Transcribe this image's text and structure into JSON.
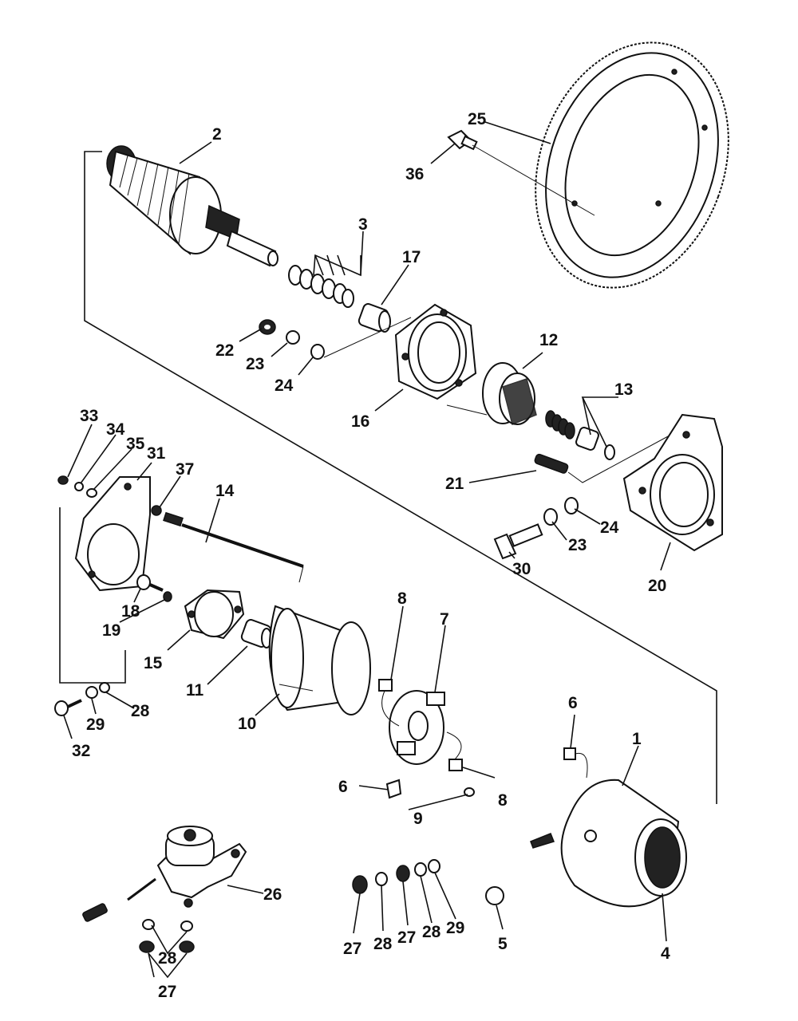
{
  "callouts": [
    {
      "key": "c1",
      "text": "1"
    },
    {
      "key": "c2",
      "text": "2"
    },
    {
      "key": "c3",
      "text": "3"
    },
    {
      "key": "c4",
      "text": "4"
    },
    {
      "key": "c5",
      "text": "5"
    },
    {
      "key": "c6a",
      "text": "6"
    },
    {
      "key": "c6b",
      "text": "6"
    },
    {
      "key": "c7",
      "text": "7"
    },
    {
      "key": "c8a",
      "text": "8"
    },
    {
      "key": "c8b",
      "text": "8"
    },
    {
      "key": "c9",
      "text": "9"
    },
    {
      "key": "c10",
      "text": "10"
    },
    {
      "key": "c11",
      "text": "11"
    },
    {
      "key": "c12",
      "text": "12"
    },
    {
      "key": "c13",
      "text": "13"
    },
    {
      "key": "c14",
      "text": "14"
    },
    {
      "key": "c15",
      "text": "15"
    },
    {
      "key": "c16",
      "text": "16"
    },
    {
      "key": "c17",
      "text": "17"
    },
    {
      "key": "c18",
      "text": "18"
    },
    {
      "key": "c19",
      "text": "19"
    },
    {
      "key": "c20",
      "text": "20"
    },
    {
      "key": "c21",
      "text": "21"
    },
    {
      "key": "c22",
      "text": "22"
    },
    {
      "key": "c23a",
      "text": "23"
    },
    {
      "key": "c23b",
      "text": "23"
    },
    {
      "key": "c24a",
      "text": "24"
    },
    {
      "key": "c24b",
      "text": "24"
    },
    {
      "key": "c25",
      "text": "25"
    },
    {
      "key": "c26",
      "text": "26"
    },
    {
      "key": "c27a",
      "text": "27"
    },
    {
      "key": "c27b",
      "text": "27"
    },
    {
      "key": "c27c",
      "text": "27"
    },
    {
      "key": "c28a",
      "text": "28"
    },
    {
      "key": "c28b",
      "text": "28"
    },
    {
      "key": "c28c",
      "text": "28"
    },
    {
      "key": "c28d",
      "text": "28"
    },
    {
      "key": "c29a",
      "text": "29"
    },
    {
      "key": "c29b",
      "text": "29"
    },
    {
      "key": "c30",
      "text": "30"
    },
    {
      "key": "c31",
      "text": "31"
    },
    {
      "key": "c32",
      "text": "32"
    },
    {
      "key": "c33",
      "text": "33"
    },
    {
      "key": "c34",
      "text": "34"
    },
    {
      "key": "c35",
      "text": "35"
    },
    {
      "key": "c36",
      "text": "36"
    },
    {
      "key": "c37",
      "text": "37"
    }
  ]
}
